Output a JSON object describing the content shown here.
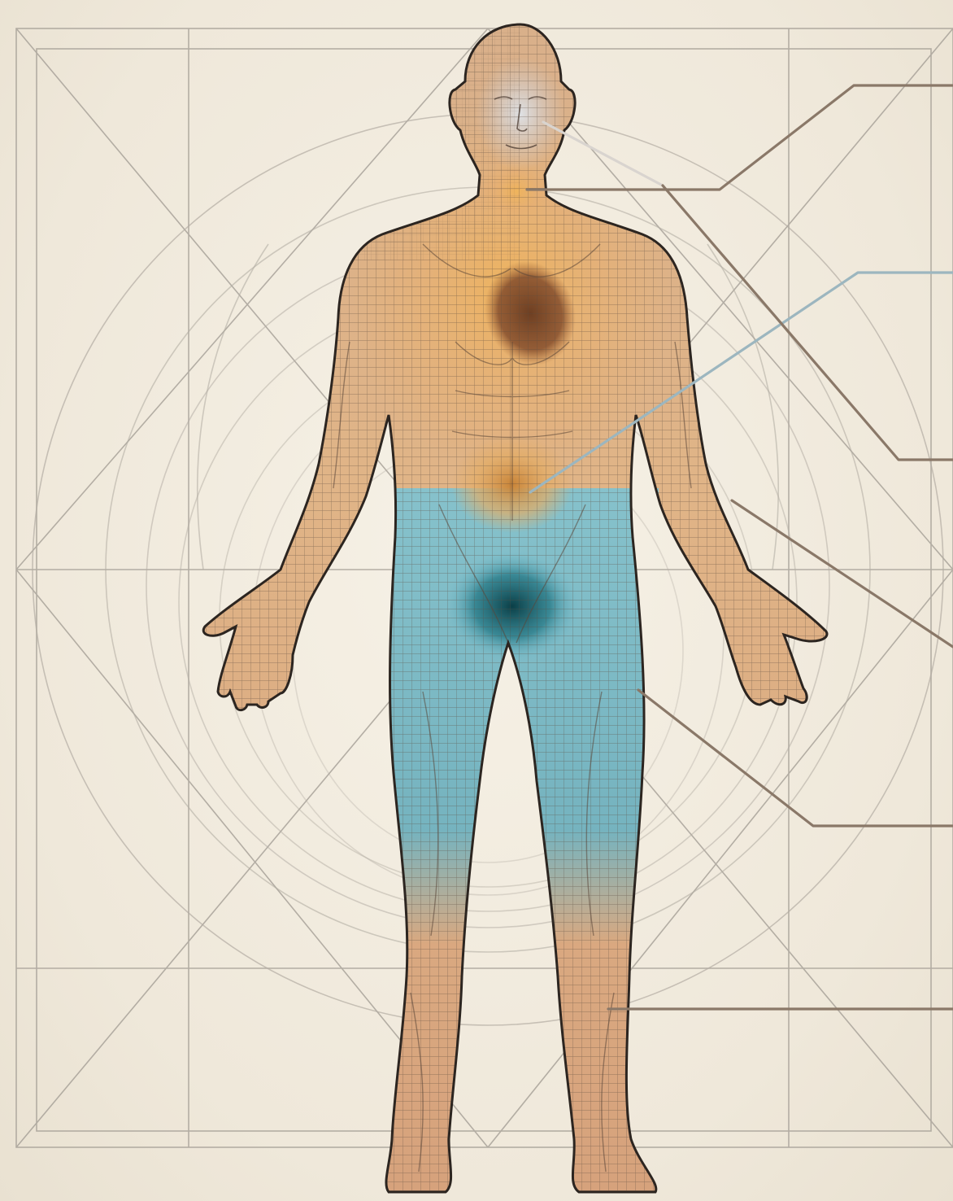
{
  "figure": {
    "subject": "human-body-anatomical-mesh",
    "icon": "human-figure-icon",
    "colors": {
      "paper": "#f3ede1",
      "construction_lines": "#a9a39a",
      "skin": "#d8a67e",
      "warm_glow": "#e6a24a",
      "heart": "#7a4a2a",
      "cool_zone": "#7fc4d4",
      "cool_core": "#0e4a52",
      "mesh_line": "#5a4a3e",
      "outline": "#2c2520",
      "leader_brown": "#8a7868",
      "leader_blue": "#9cb6bf"
    }
  },
  "callouts": [
    {
      "id": "face",
      "label": ""
    },
    {
      "id": "neck",
      "label": ""
    },
    {
      "id": "abdomen",
      "label": ""
    },
    {
      "id": "shoulder-torso",
      "label": ""
    },
    {
      "id": "forearm",
      "label": ""
    },
    {
      "id": "thigh",
      "label": ""
    },
    {
      "id": "shin",
      "label": ""
    }
  ]
}
